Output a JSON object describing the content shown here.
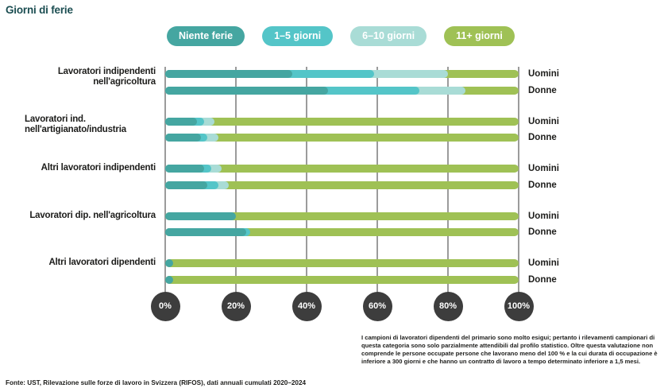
{
  "title": "Giorni di ferie",
  "legend": {
    "items": [
      {
        "label": "Niente ferie",
        "color": "#45a6a1"
      },
      {
        "label": "1–5 giorni",
        "color": "#54c5c8"
      },
      {
        "label": "6–10 giorni",
        "color": "#a9dcd6"
      },
      {
        "label": "11+ giorni",
        "color": "#9fc155"
      }
    ]
  },
  "axis": {
    "ticks": [
      "0%",
      "20%",
      "40%",
      "60%",
      "80%",
      "100%"
    ],
    "circle_color": "#3d3d3d",
    "tick_text_color": "#ffffff",
    "gridline_color": "#9b9b9b"
  },
  "chart_data": {
    "type": "bar",
    "orientation": "horizontal",
    "stacked": true,
    "unit": "%",
    "xlim": [
      0,
      100
    ],
    "grid": true,
    "legend_position": "top",
    "segments": [
      "Niente ferie",
      "1–5 giorni",
      "6–10 giorni",
      "11+ giorni"
    ],
    "groups": [
      {
        "label_lines": [
          "Lavoratori indipendenti",
          "nell'agricoltura"
        ],
        "bars": [
          {
            "label": "Uomini",
            "values": [
              36,
              23,
              21,
              20
            ]
          },
          {
            "label": "Donne",
            "values": [
              46,
              26,
              13,
              15
            ]
          }
        ]
      },
      {
        "label_lines": [
          "Lavoratori ind.",
          "nell'artigianato/industria"
        ],
        "bars": [
          {
            "label": "Uomini",
            "values": [
              9,
              2,
              3,
              86
            ]
          },
          {
            "label": "Donne",
            "values": [
              10,
              2,
              3,
              85
            ]
          }
        ]
      },
      {
        "label_lines": [
          "Altri lavoratori indipendenti"
        ],
        "bars": [
          {
            "label": "Uomini",
            "values": [
              11,
              2,
              3,
              84
            ]
          },
          {
            "label": "Donne",
            "values": [
              12,
              3,
              3,
              82
            ]
          }
        ]
      },
      {
        "label_lines": [
          "Lavoratori dip. nell'agricoltura"
        ],
        "bars": [
          {
            "label": "Uomini",
            "values": [
              20,
              0,
              0,
              80
            ]
          },
          {
            "label": "Donne",
            "values": [
              23,
              1,
              0,
              76
            ]
          }
        ]
      },
      {
        "label_lines": [
          "Altri lavoratori dipendenti"
        ],
        "bars": [
          {
            "label": "Uomini",
            "values": [
              2,
              0,
              0,
              98
            ]
          },
          {
            "label": "Donne",
            "values": [
              2,
              0,
              0,
              98
            ]
          }
        ]
      }
    ]
  },
  "footnote": "I campioni di lavoratori dipendenti del primario sono molto esigui; pertanto i rilevamenti campionari di questa categoria sono solo parzialmente attendibili dal profilo statistico. Oltre questa valutazione non comprende le persone occupate persone che lavorano meno del 100 % e la cui durata di occupazione è inferiore a 300 giorni e che hanno un contratto di lavoro a tempo determinato inferiore a 1,5 mesi.",
  "source": "Fonte: UST, Rilevazione sulle forze di lavoro in Svizzera (RIFOS), dati annuali cumulati 2020–2024"
}
